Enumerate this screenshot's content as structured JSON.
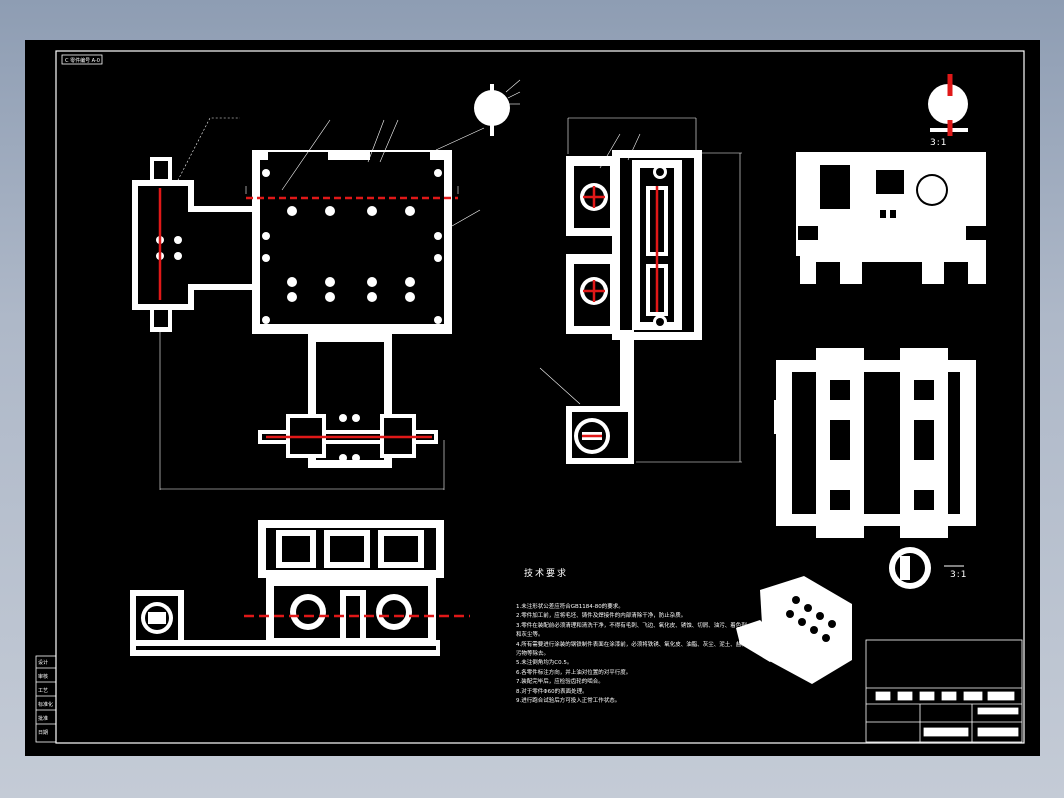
{
  "title_block": {
    "tag_text": "C 零件编号 A-0"
  },
  "scales": {
    "detail_top": "3:1",
    "detail_bottom": "3:1"
  },
  "tech_requirements": {
    "title": "技术要求",
    "items": [
      "1.未注形状公差应符合GB1184-80的要求。",
      "2.零件加工前，应将毛坯、铸件及焊接件的内部清除干净，防止杂质。",
      "3.零件在装配前必须清理和清洗干净，不得有毛刺、飞边、氧化皮、锈蚀、切屑、油污、着色剂和灰尘等。",
      "4.所有需要进行涂装的钢铁制件表面在涂漆前，必须将铁锈、氧化皮、油脂、灰尘、泥土、盐和污物等除去。",
      "5.未注倒角均为C0.5。",
      "6.各零件标注方向，并上油对位置的对平行度。",
      "7.装配完毕后，应检验齿轮的啮合。",
      "8.对于零件Φ60的表面处理。",
      "9.进行跑合试验后方可投入正常工作状态。"
    ]
  },
  "side_table": {
    "rows": [
      "设计",
      "审核",
      "工艺",
      "标准化",
      "批准",
      "日期"
    ]
  },
  "colors": {
    "background": "#000000",
    "line": "#ffffff",
    "centerline": "#e01818",
    "screen": "#a9b4c3"
  }
}
